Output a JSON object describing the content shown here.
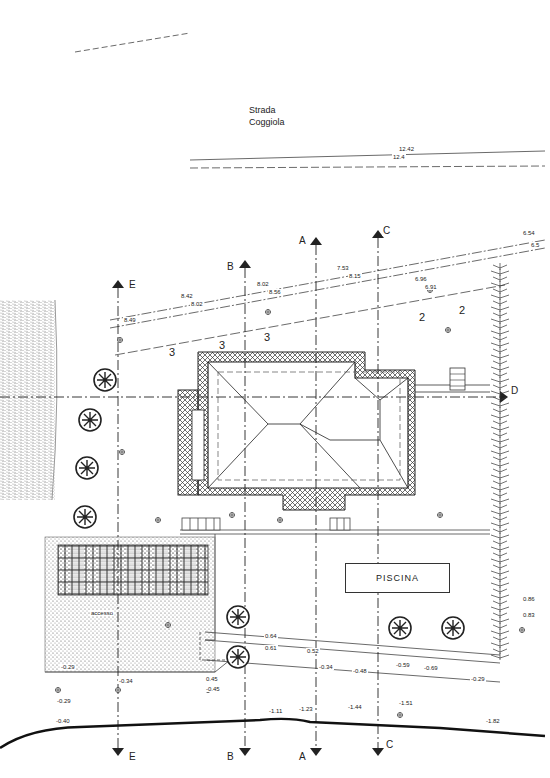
{
  "diagram": {
    "nodes": [
      {
        "text": [
          "PISCINA"
        ]
      }
    ],
    "labels": [
      "Strada",
      "Coggiola",
      "12.42",
      "12.4",
      "E",
      "B",
      "A",
      "C",
      "D",
      "E",
      "B",
      "A",
      "C",
      "6.54",
      "6.5",
      "6.96",
      "6.91",
      "7.53",
      "8.15",
      "8.02",
      "8.56",
      "8.42",
      "8.02",
      "8.49",
      "3",
      "3",
      "3",
      "2",
      "2",
      "accesso",
      "0.86",
      "0.83",
      "0.64",
      "0.61",
      "0.52",
      "0.45",
      "-0.29",
      "-0.34",
      "-0.45",
      "-0.29",
      "-0.40",
      "-1.11",
      "-1.23",
      "-1.44",
      "-1.51",
      "-1.82",
      "-0.34",
      "-0.48",
      "-0.59",
      "-0.69",
      "-0.29"
    ]
  }
}
